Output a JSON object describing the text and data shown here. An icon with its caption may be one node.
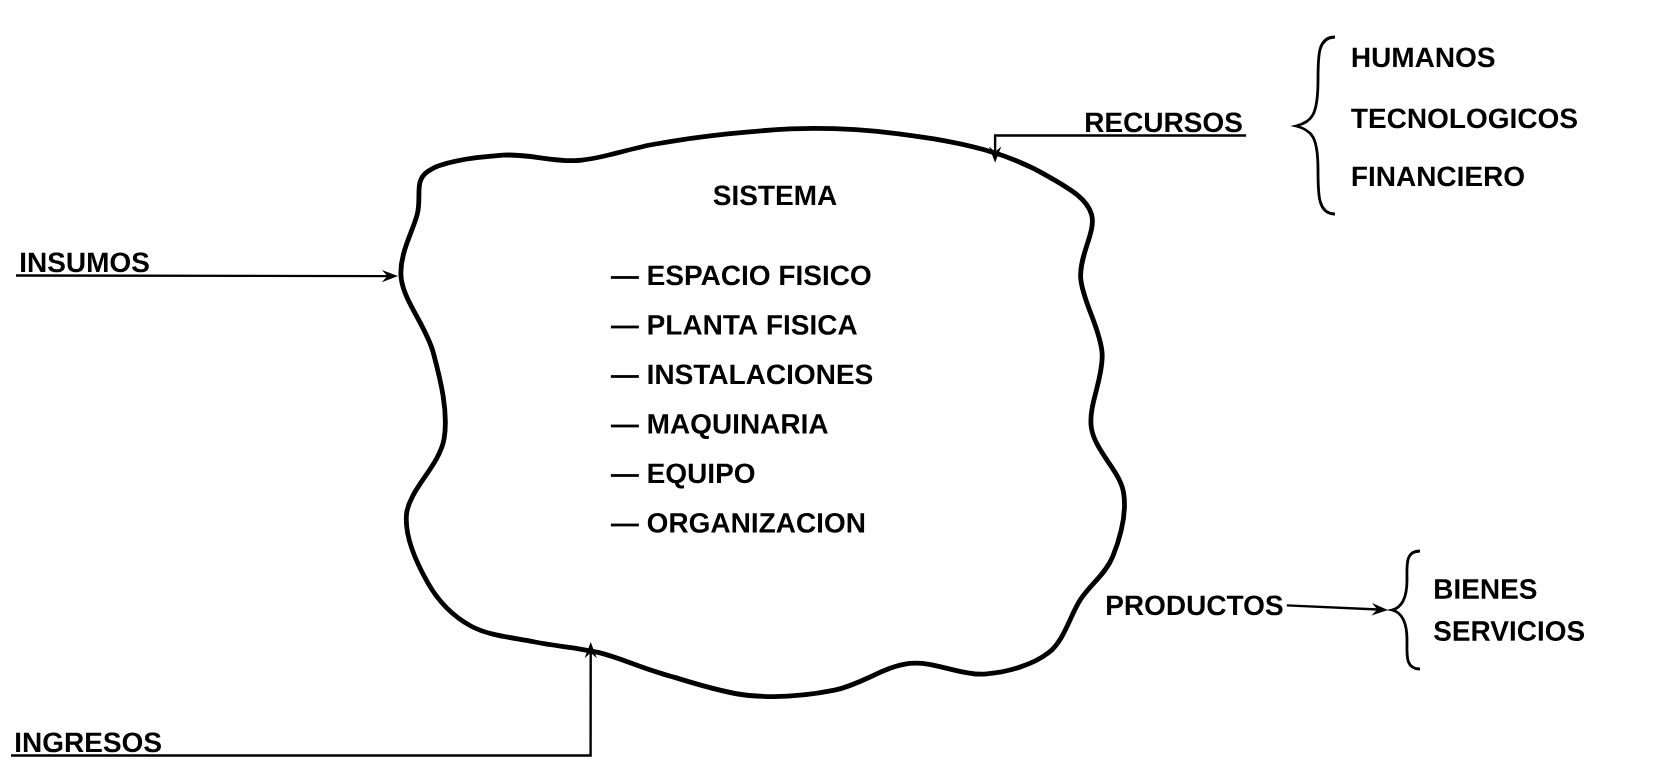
{
  "diagram": {
    "nodes": [
      {
        "text": [
          "SISTEMA",
          "— ESPACIO FISICO",
          "— PLANTA FISICA",
          "— INSTALACIONES",
          "— MAQUINARIA",
          "— EQUIPO",
          "— ORGANIZACION"
        ]
      },
      {
        "text": [
          "INSUMOS"
        ]
      },
      {
        "text": [
          "RECURSOS"
        ]
      },
      {
        "text": [
          "INGRESOS"
        ]
      },
      {
        "text": [
          "PRODUCTOS"
        ]
      },
      {
        "text": [
          "BIENES",
          "SERVICIOS"
        ]
      }
    ],
    "edges": [
      {
        "from": 1,
        "to": 0,
        "arrow": "to"
      },
      {
        "from": 2,
        "to": 0,
        "arrow": "to"
      },
      {
        "from": 3,
        "to": 0,
        "arrow": "to"
      },
      {
        "from": 4,
        "to": 5,
        "arrow": "to"
      }
    ],
    "labels": [
      "HUMANOS",
      "TECNOLOGICOS",
      "FINANCIERO"
    ]
  }
}
